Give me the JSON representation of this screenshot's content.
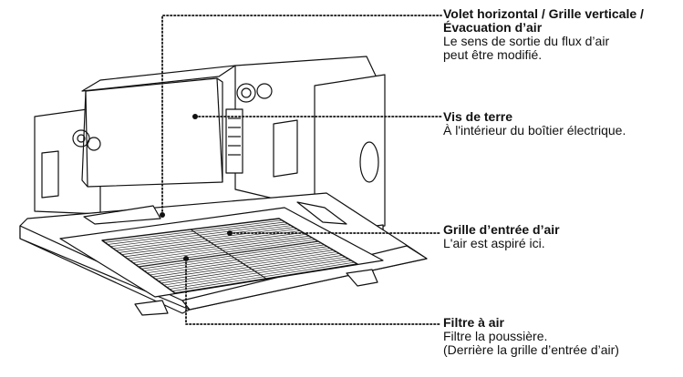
{
  "callouts": [
    {
      "title": "Volet horizontal / Grille verticale / Évacuation d’air",
      "desc": [
        "Le sens de sortie du flux d’air",
        "peut être modifié."
      ]
    },
    {
      "title": "Vis de terre",
      "desc": [
        "À l'intérieur du boîtier électrique."
      ]
    },
    {
      "title": "Grille d’entrée d’air",
      "desc": [
        "L'air est aspiré ici."
      ]
    },
    {
      "title": "Filtre à air",
      "desc": [
        "Filtre la poussière.",
        "(Derrière la grille d’entrée d’air)"
      ]
    }
  ],
  "colors": {
    "line": "#111111",
    "panel": "#ffffff",
    "grille": "#222222"
  }
}
